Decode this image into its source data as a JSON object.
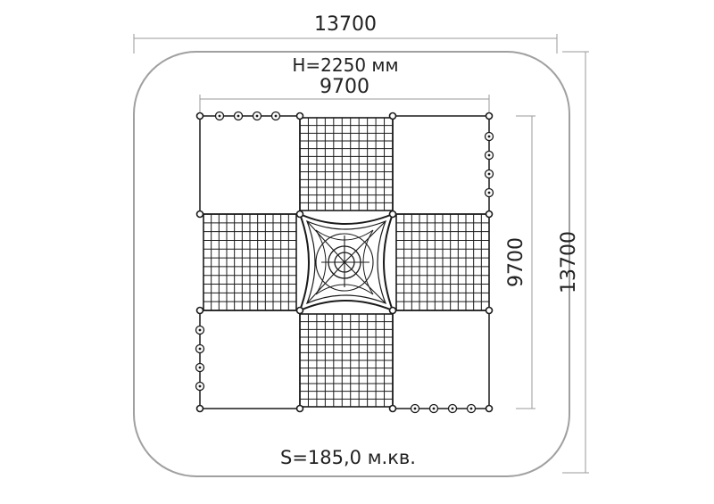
{
  "dimensions": {
    "outer_width": "13700",
    "outer_height": "13700",
    "inner_width": "9700",
    "inner_height": "9700",
    "height_label": "H=2250 мм",
    "area_label": "S=185,0 м.кв."
  },
  "colors": {
    "line": "#1a1a1a",
    "dimension_line": "#9a9a9a",
    "zone_border": "#a0a0a0",
    "background": "#ffffff"
  }
}
